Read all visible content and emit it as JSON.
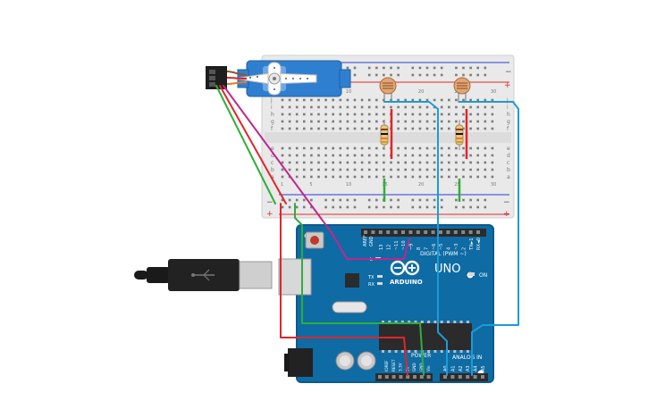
{
  "board": {
    "brand": "ARDUINO",
    "model": "UNO",
    "digital_label": "DIGITAL (PWM ~)",
    "analog_label": "ANALOG IN",
    "power_label": "POWER",
    "on_label": "ON",
    "tx_label": "TX",
    "rx_label": "RX",
    "l_label": "L",
    "aref": "AREF",
    "gnd": "GND",
    "digital_pins": [
      "13",
      "12",
      "~11",
      "~10",
      "~9",
      "8",
      "7",
      "~6",
      "~5",
      "4",
      "~3",
      "2",
      "TX►1",
      "RX◄0"
    ],
    "power_pins": [
      "IOREF",
      "RESET",
      "3.3V",
      "5V",
      "GND",
      "GND",
      "Vin"
    ],
    "analog_pins": [
      "A0",
      "A1",
      "A2",
      "A3",
      "A4",
      "A5"
    ]
  },
  "breadboard": {
    "row_letters_top": [
      "j",
      "i",
      "h",
      "g",
      "f"
    ],
    "row_letters_bottom": [
      "e",
      "d",
      "c",
      "b",
      "a"
    ],
    "col_numbers": [
      "1",
      "5",
      "10",
      "15",
      "20",
      "25",
      "30"
    ],
    "plus": "+",
    "minus": "−"
  },
  "colors": {
    "board_blue": "#0f6ba3",
    "board_border": "#0b5a8c",
    "breadboard": "#e9e9e9",
    "rail_red": "#e02a2a",
    "rail_blue": "#2a3bd6",
    "wire_red": "#e0262b",
    "wire_green": "#2fae3c",
    "wire_blue": "#1d9bd6",
    "wire_magenta": "#c0268e",
    "servo_blue": "#2f7fd1"
  },
  "icons": {
    "usb_plug": "usb-plug-icon",
    "servo": "servo-motor-icon",
    "photoresistor": "photoresistor-icon",
    "resistor": "resistor-icon"
  }
}
